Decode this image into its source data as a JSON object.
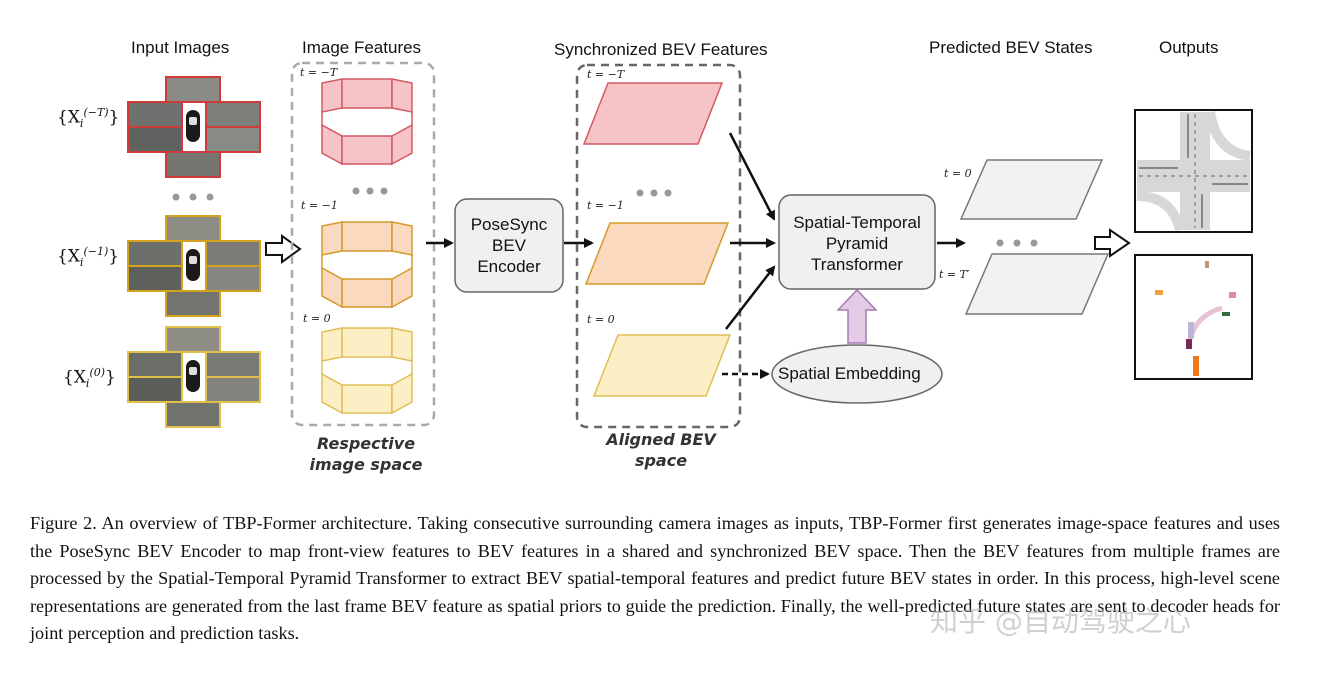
{
  "headers": {
    "input_images": "Input Images",
    "image_features": "Image Features",
    "sync_bev": "Synchronized BEV Features",
    "predicted_bev": "Predicted BEV States",
    "outputs": "Outputs"
  },
  "inputs": [
    {
      "base": "{X",
      "sub": "i",
      "sup": "(−T)",
      "close": "}"
    },
    {
      "base": "{X",
      "sub": "i",
      "sup": "(−1)",
      "close": "}"
    },
    {
      "base": "{X",
      "sub": "i",
      "sup": "(0)",
      "close": "}"
    }
  ],
  "time_labels": {
    "t_minus_T": "t = −T",
    "t_minus_1": "t = −1",
    "t_zero": "t = 0",
    "t_T_prime": "t = T′"
  },
  "labels": {
    "respective_space": "Respective image space",
    "aligned_space": "Aligned BEV space",
    "posesync": "PoseSync BEV Encoder",
    "stp_transformer": "Spatial-Temporal Pyramid Transformer",
    "spatial_embedding": "Spatial Embedding"
  },
  "caption": "Figure 2. An overview of TBP-Former architecture. Taking consecutive surrounding camera images as inputs, TBP-Former first generates image-space features and uses the PoseSync BEV Encoder to map front-view features to BEV features in a shared and synchronized BEV space. Then the BEV features from multiple frames are processed by the Spatial-Temporal Pyramid Transformer to extract BEV spatial-temporal features and predict future BEV states in order. In this process, high-level scene representations are generated from the last frame BEV feature as spatial priors to guide the prediction. Finally, the well-predicted future states are sent to decoder heads for joint perception and prediction tasks.",
  "watermark": "知乎 @自动驾驶之心",
  "colors": {
    "red_fill": "#f6c3c6",
    "red_stroke": "#d65a62",
    "orange_fill": "#fbd9bf",
    "orange_stroke": "#d49a2a",
    "yellow_fill": "#fcefc6",
    "yellow_stroke": "#e0be55",
    "gray_fill": "#f2f2f2",
    "gray_stroke": "#777777",
    "purple_fill": "#e3cbe6",
    "purple_stroke": "#a77bb3"
  }
}
